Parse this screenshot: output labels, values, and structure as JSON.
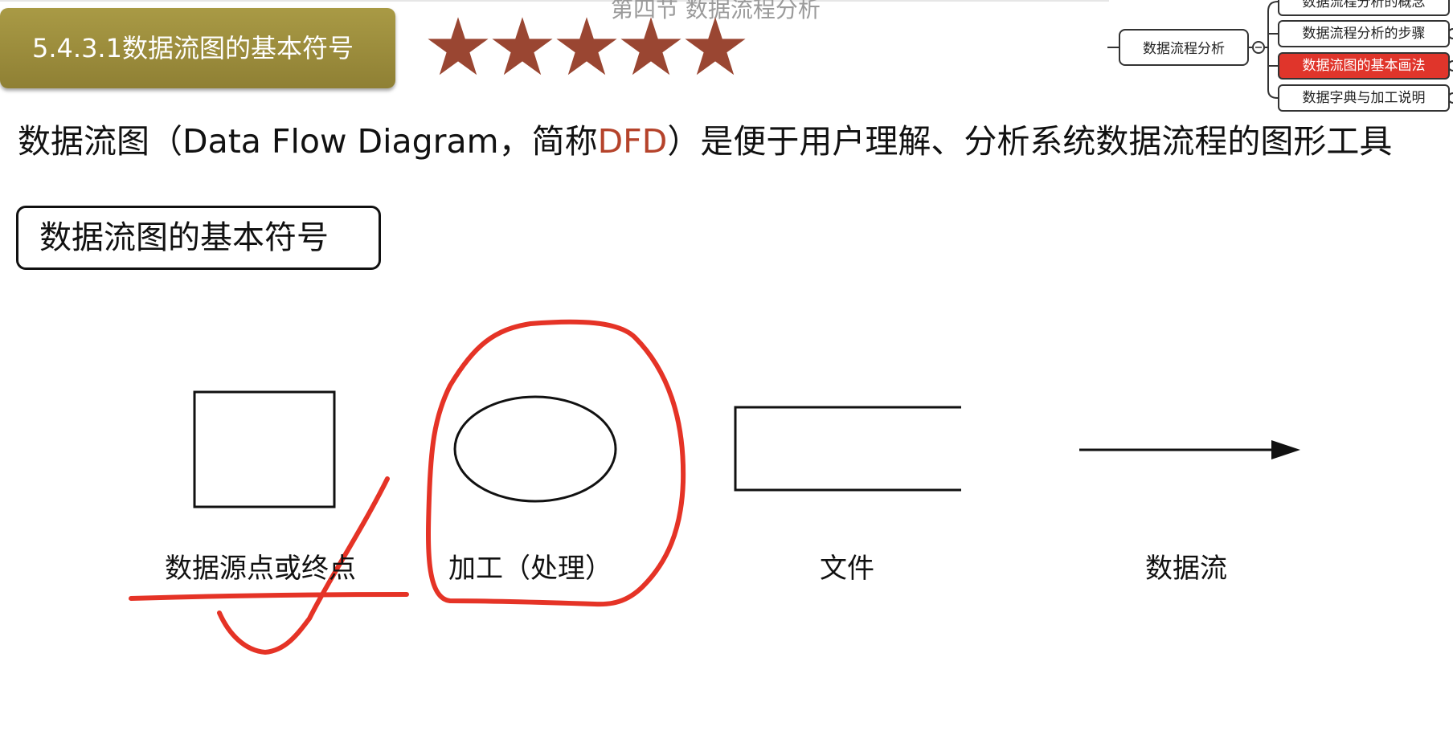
{
  "header": {
    "chapter_title": "第四节 数据流程分析",
    "section_badge": "5.4.3.1数据流图的基本符号",
    "star_rating": 5,
    "star_color": "#9a4632"
  },
  "mindmap": {
    "root": "数据流程分析",
    "nodes": [
      {
        "label": "数据流程分析的概念",
        "active": false
      },
      {
        "label": "数据流程分析的步骤",
        "active": false
      },
      {
        "label": "数据流图的基本画法",
        "active": true
      },
      {
        "label": "数据字典与加工说明",
        "active": false
      }
    ],
    "active_color": "#e0352b"
  },
  "content": {
    "intro_prefix": "数据流图（Data Flow Diagram，简称",
    "intro_highlight": "DFD",
    "intro_suffix": "）是便于用户理解、分析系统数据流程的图形工具",
    "subheading": "数据流图的基本符号"
  },
  "symbols": [
    {
      "shape": "rectangle",
      "label": "数据源点或终点"
    },
    {
      "shape": "ellipse",
      "label": "加工（处理）"
    },
    {
      "shape": "open-rectangle",
      "label": "文件"
    },
    {
      "shape": "arrow",
      "label": "数据流"
    }
  ],
  "annotation": {
    "color": "#e53326"
  }
}
